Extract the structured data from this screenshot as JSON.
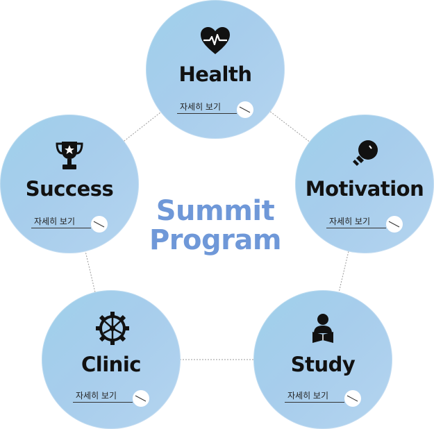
{
  "center": {
    "line1": "Summit",
    "line2": "Program"
  },
  "more_label": "자세히 보기",
  "nodes": [
    {
      "id": "health",
      "label": "Health",
      "icon": "heart-pulse-icon"
    },
    {
      "id": "motivation",
      "label": "Motivation",
      "icon": "lightbulb-icon"
    },
    {
      "id": "study",
      "label": "Study",
      "icon": "reader-icon"
    },
    {
      "id": "clinic",
      "label": "Clinic",
      "icon": "gear-icon"
    },
    {
      "id": "success",
      "label": "Success",
      "icon": "trophy-icon"
    }
  ],
  "colors": {
    "circle": "#a7cdec",
    "title": "#6f98d8",
    "text": "#111111"
  }
}
